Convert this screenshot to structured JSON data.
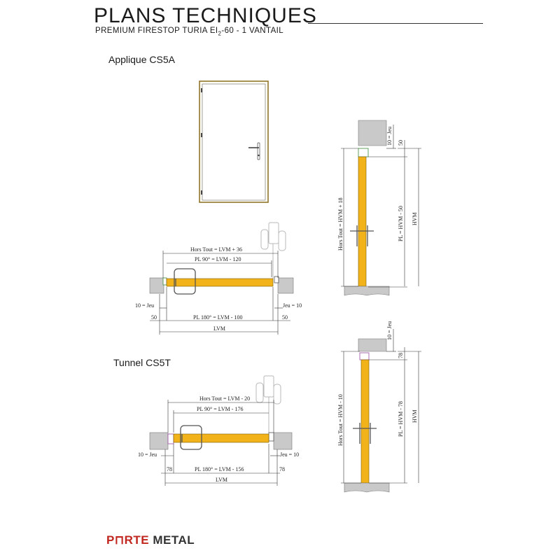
{
  "header": {
    "title": "PLANS TECHNIQUES",
    "subtitle_pre": "PREMIUM FIRESTOP  TURIA EI",
    "subtitle_sub": "2",
    "subtitle_post": "-60 - 1 VANTAIL"
  },
  "sections": {
    "applique": "Applique CS5A",
    "tunnel": "Tunnel CS5T"
  },
  "cs5a_plan": {
    "hors_tout": "Hors Tout = LVM + 36",
    "pl90": "PL 90° = LVM - 120",
    "jeu_left": "10 = Jeu",
    "jeu_right": "Jeu = 10",
    "dim_left": "50",
    "dim_right": "50",
    "pl180": "PL 180° = LVM - 100",
    "lvm": "LVM"
  },
  "cs5a_section": {
    "jeu": "10 = Jeu",
    "dim": "50",
    "hors_tout": "Hors Tout = HVM + 18",
    "pl": "PL = HVM - 50",
    "hvm": "HVM"
  },
  "cs5t_plan": {
    "hors_tout": "Hors Tout = LVM - 20",
    "pl90": "PL 90° = LVM - 176",
    "jeu_left": "10 = Jeu",
    "jeu_right": "Jeu = 10",
    "dim_left": "78",
    "dim_right": "78",
    "pl180": "PL 180° = LVM - 156",
    "lvm": "LVM"
  },
  "cs5t_section": {
    "jeu": "10 = Jeu",
    "dim": "78",
    "hors_tout": "Hors Tout = HVM - 10",
    "pl": "PL = HVM - 78",
    "hvm": "HVM"
  },
  "logo": {
    "part1": "P⊓RTE",
    "part2": " METAL"
  },
  "colors": {
    "leaf": "#f2b21a",
    "wall": "#c9c9c9",
    "frame_line": "#555555",
    "logo_red": "#c0261d"
  }
}
